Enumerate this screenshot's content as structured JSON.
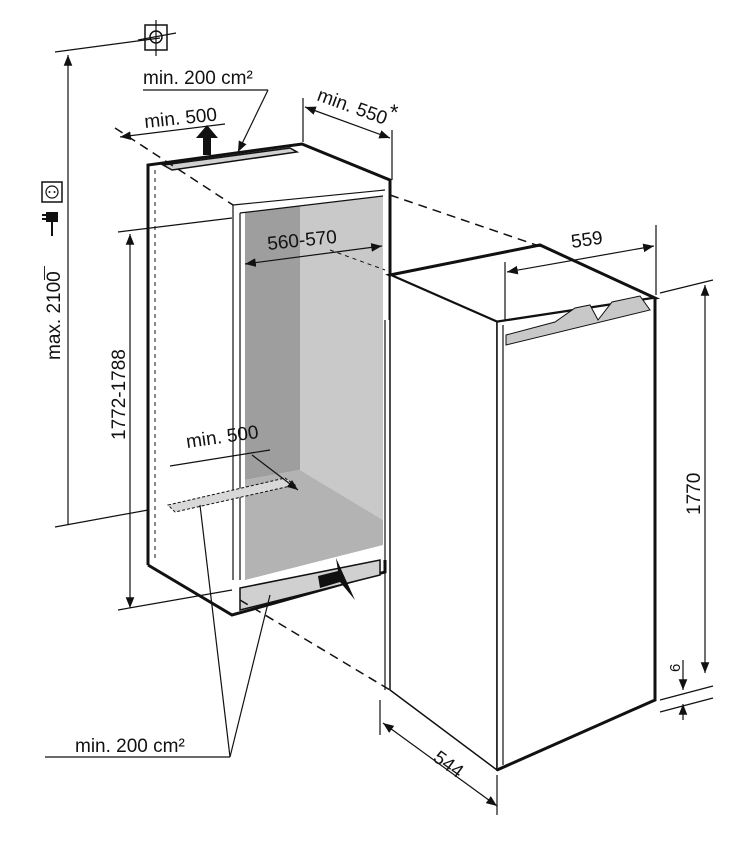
{
  "labels": {
    "top_vent_area": "min. 200 cm²",
    "top_vent_width": "min. 500",
    "depth_niche": "min. 550",
    "depth_note": "*",
    "niche_width": "560-570",
    "niche_height": "1772-1788",
    "max_height": "max. 2100",
    "bottom_vent_width": "min. 500",
    "bottom_vent_area": "min. 200 cm²",
    "appliance_width": "559",
    "appliance_height": "1770",
    "appliance_depth": "544",
    "plinth_gap": "6"
  },
  "icons": [
    "socket-icon",
    "plug-icon",
    "mounting-point-icon",
    "airflow-arrow-icon"
  ],
  "colors": {
    "line": "#111111",
    "dark_panel": "#9e9e9e",
    "light_panel": "#c9c9c9",
    "floor": "#b3b3b3",
    "vent": "#d0d0d0"
  }
}
